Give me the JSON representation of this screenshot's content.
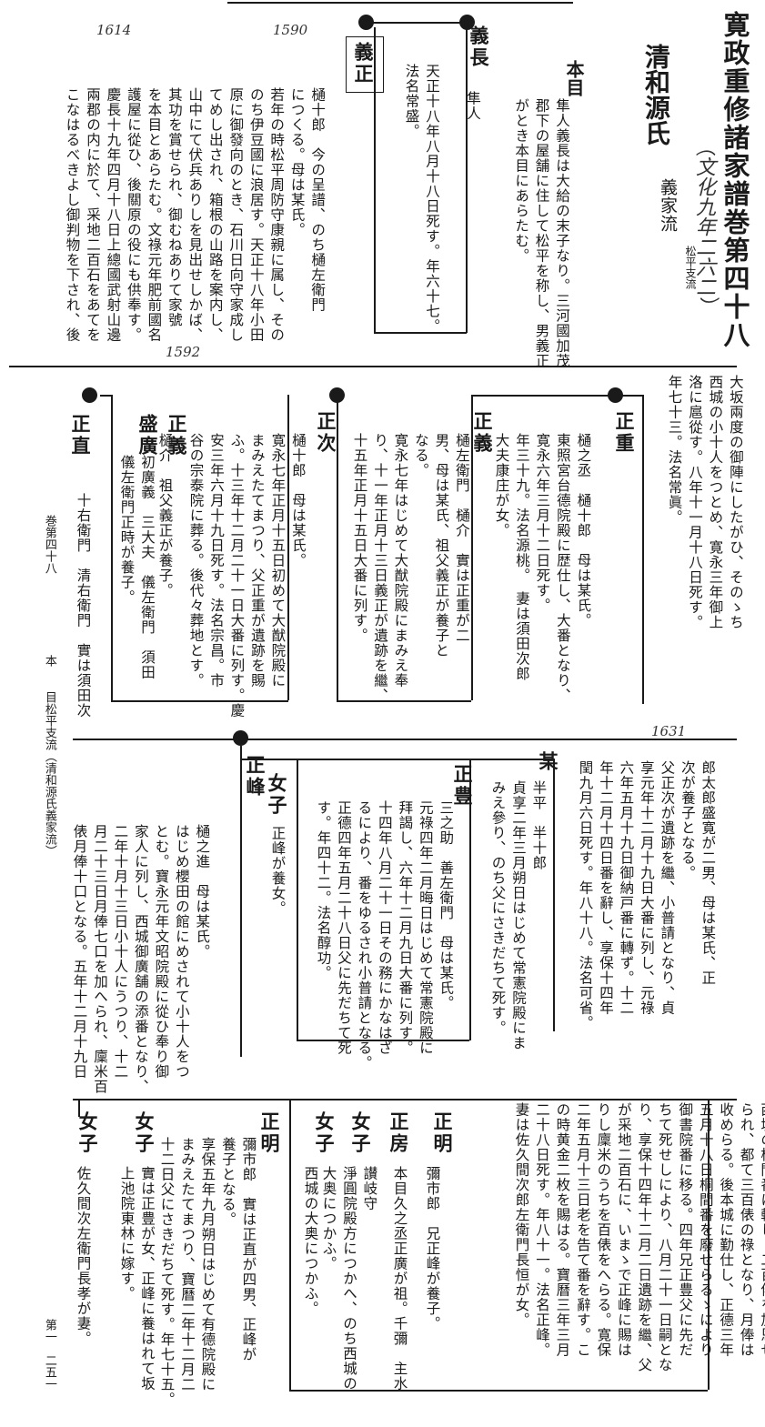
{
  "header": {
    "title": "寛政重修諸家譜巻第四十八",
    "clan": "清和源氏",
    "lineage": "義家流",
    "branch": "松平支流",
    "honmoku": "本目",
    "handwritten": "（文化九年二六二）",
    "intro": [
      "隼人義長は大給の末子なり。三河國加茂",
      "郡下の屋舗に住して松平を称し、男義正",
      "がとき本目にあらたむ。"
    ]
  },
  "pencil_notes": {
    "p1614": "1614",
    "p1590": "1590",
    "p1592": "1592",
    "p1631": "1631"
  },
  "persons": {
    "yoshinaga": {
      "name": "義長",
      "title": "隼人",
      "lines": [
        "天正十八年八月十八日死す。年六十七。",
        "法名常盛。"
      ]
    },
    "yoshimasa": {
      "name": "義正",
      "lines": [
        "樋十郎　今の呈譜、のち樋左衛門",
        "につくる。母は某氏。",
        "若年の時松平周防守康親に属し、その",
        "のち伊豆國に浪居す。天正十八年小田",
        "原に御發向のとき、石川日向守家成し",
        "てめし出され、箱根の山路を案内し、",
        "山中にて伏兵ありしを見出せしかば、",
        "其功を賞せられ、御むねありて家號",
        "を本目とあらたむ。文祿元年肥前國名",
        "護屋に從ひ、後關原の役にも供奉す。",
        "慶長十九年四月十八日上總國武射山邊",
        "兩郡の内に於て、采地二百石をあてを",
        "こなはるべきよし御判物を下され、後"
      ]
    },
    "upper_cont": {
      "lines": [
        "大坂兩度の御陣にしたがひ、そのゝち",
        "西城の小十人をつとめ、寛永三年御上",
        "洛に扈從す。八年十一月十八日死す。",
        "年七十三。法名常眞。"
      ]
    },
    "masashige": {
      "name": "正重",
      "lines": [
        "樋之丞　樋十郎　母は某氏。",
        "東照宮台德院殿に歴仕し、大番となり、",
        "寛永六年三月十二日死す。",
        "年三十九。法名源桃。　妻は須田次郎",
        "大夫康庄が女。"
      ]
    },
    "masayoshi": {
      "name": "正義",
      "lines": [
        "樋左衛門　樋介　實は正重が二",
        "男、母は某氏、祖父義正が養子と",
        "なる。",
        "寛永七年はじめて大猷院殿にまみえ奉",
        "り、十一年正月十三日義正が遺跡を繼、",
        "十五年正月十五日大番に列す。"
      ]
    },
    "masatsugu": {
      "name": "正次",
      "lines": [
        "樋十郎　母は某氏。",
        "寛永七年正月十五日初めて大猷院殿に",
        "まみえたてまつり、父正重が遺跡を賜",
        "ふ。十三年十二月二十一日大番に列す。慶",
        "安三年六月十九日死す。法名宗昌。市",
        "谷の宗泰院に葬る。後代々葬地とす。"
      ]
    },
    "masayoshi2": {
      "name": "正義",
      "lines": [
        "樋介　祖父義正が養子。"
      ]
    },
    "morihiro": {
      "name": "盛廣",
      "lines": [
        "初廣義　三大夫　儀左衛門　須田",
        "儀左衛門正時が養子。"
      ]
    },
    "masanao": {
      "name": "正直",
      "lines": [
        "十右衛門　清右衛門　實は須田次"
      ]
    },
    "upper2_cont": {
      "lines": [
        "郎太郎盛寛が二男、母は某氏、正",
        "次が養子となる。",
        "父正次が遺跡を繼、小普請となり、貞",
        "享元年十二月十九日大番に列し、元祿",
        "六年五月十九日御納戸番に轉ず。十二",
        "年十二月十四日番を辭し、享保十四年",
        "閏九月六日死す。年八十八。法名可省。"
      ]
    },
    "bou": {
      "name": "某",
      "lines": [
        "半平　半十郎",
        "貞享二年三月朔日はじめて常憲院殿にま",
        "みえ參り、のち父にさきだちて死す。"
      ]
    },
    "masatoyo": {
      "name": "正豊",
      "lines": [
        "三之助　善左衛門　母は某氏。",
        "元祿四年二月晦日はじめて常憲院殿に",
        "拜謁し、六年十二月九日大番に列す。",
        "十四年八月二十一日その務にかなはざ",
        "るにより、番をゆるされ小普請となる。",
        "正德四年五月二十八日父に先だちて死",
        "す。年四十二。法名醇功。"
      ]
    },
    "joshi1": {
      "name": "女子",
      "lines": [
        "正峰が養女。"
      ]
    },
    "masamine": {
      "name": "正峰",
      "lines": [
        "樋之進　母は某氏。",
        "はじめ櫻田の館にめされて小十人をつ",
        "とむ。寶永元年文昭院殿に從ひ奉り御",
        "家人に列し、西城御廣舗の添番となり、",
        "二年十月十三日小十人にうつり、十二",
        "月二十三日月俸七口を加へられ、廩米百",
        "俵月俸十口となる。五年十二月十九日"
      ]
    },
    "lower_cont": {
      "lines": [
        "西城の桐間番に轉じ、二百俵を加恩せ",
        "られ、都て三百俵の祿となり、月俸は",
        "收めらる。後本城に勤仕し、正德三年",
        "五月十八日桐間番を廢せらるゝにより",
        "御書院番に移る。四年兄正豊父に先だ",
        "ちて死せしにより、八月二十一日嗣とな",
        "り、享保十四年十二月二日遺跡を繼、父",
        "が采地二百石に、いまゝで正峰に賜は",
        "りし廩米のうちを百俵をへらる。寛保",
        "二年五月十三日老を告て番を辭す。こ",
        "の時黄金二枚を賜はる。寶曆三年三月",
        "二十八日死す。年八十一。法名正峰。",
        "妻は佐久間次郎左衛門長恒が女。"
      ]
    },
    "masaaki": {
      "name": "正明",
      "lines": [
        "彌市郎　兄正峰が養子。"
      ]
    },
    "masafusa": {
      "name": "正房",
      "lines": [
        "本目久之丞正廣が祖。千彌　主水"
      ]
    },
    "joshi2": {
      "name": "女子",
      "lines": [
        "讃岐守",
        "淨圓院殿方につかへ、のち西城の",
        "大奥につかふ。"
      ]
    },
    "joshi3": {
      "name": "女子",
      "lines": [
        "西城の大奥につかふ。"
      ]
    },
    "masaaki2": {
      "name": "正明",
      "lines": [
        "彌市郎　實は正直が四男、正峰が",
        "養子となる。",
        "享保五年九月朔日はじめて有德院殿に",
        "まみえたてまつり、寶曆二年十二月二",
        "十二日父にさきだちて死す。年七十五。"
      ]
    },
    "joshi4": {
      "name": "女子",
      "lines": [
        "實は正豊が女、正峰に養はれて坂",
        "上池院東林に嫁す。"
      ]
    },
    "joshi5": {
      "name": "女子",
      "lines": [
        "佐久間次左衛門長孝が妻。"
      ]
    }
  },
  "margin": {
    "vol": "巻第四十八",
    "hon": "本",
    "sect": "目松平支流（清和源氏義家流）",
    "page": "第一　二五一"
  }
}
